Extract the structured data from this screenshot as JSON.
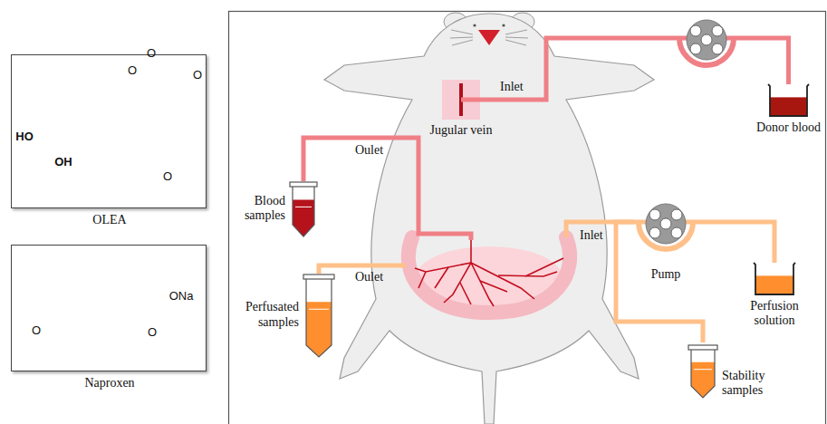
{
  "diagram": {
    "nodes": [
      {
        "text": [
          "OLEA"
        ]
      },
      {
        "text": [
          "Naproxen"
        ]
      },
      {
        "text": [
          "Jugular vein"
        ]
      },
      {
        "text": [
          "Donor blood"
        ]
      },
      {
        "text": [
          "Blood samples"
        ]
      },
      {
        "text": [
          "Perfusated samples"
        ]
      },
      {
        "text": [
          "Pump"
        ]
      },
      {
        "text": [
          "Perfusion solution"
        ]
      },
      {
        "text": [
          "Stability samples"
        ]
      }
    ],
    "edges": [
      {
        "from": 3,
        "to": 2,
        "arrow": "none",
        "label": "Inlet"
      },
      {
        "from": 7,
        "to": 6,
        "arrow": "none"
      },
      {
        "from": 6,
        "to": 8,
        "arrow": "none"
      }
    ],
    "labels": [
      "HO",
      "OH",
      "O",
      "O",
      "O",
      "O",
      "O",
      "O",
      "ONa",
      "Inlet",
      "Oulet",
      "Oulet"
    ]
  }
}
